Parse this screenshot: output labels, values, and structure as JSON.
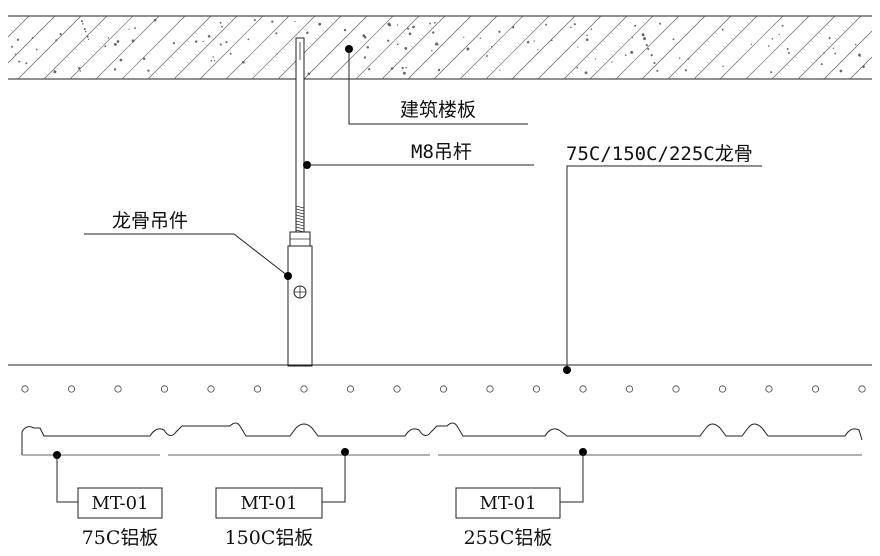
{
  "labels": {
    "slab": "建筑楼板",
    "rod": "M8吊杆",
    "hanger": "龙骨吊件",
    "keel": "75C/150C/225C龙骨"
  },
  "panels": [
    {
      "code": "MT-01",
      "name": "75C铝板"
    },
    {
      "code": "MT-01",
      "name": "150C铝板"
    },
    {
      "code": "MT-01",
      "name": "255C铝板"
    }
  ],
  "colors": {
    "line": "#222222",
    "background": "#ffffff"
  },
  "icons": {
    "rod_nut": "hex-nut-icon",
    "hanger_bolt": "crosshair-bolt-icon"
  }
}
